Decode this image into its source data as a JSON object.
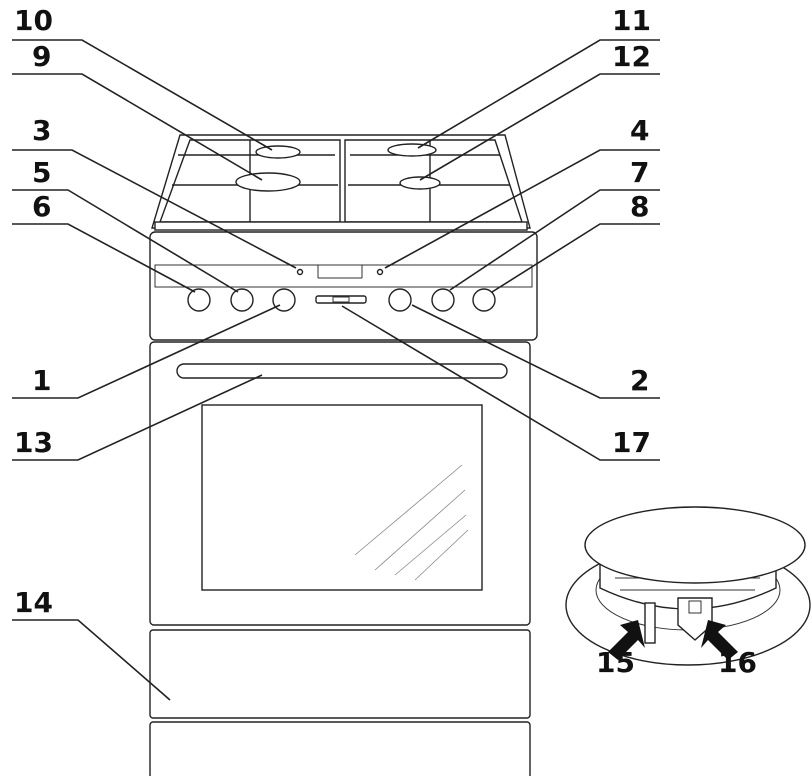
{
  "callouts": [
    {
      "id": "c1",
      "label": "1"
    },
    {
      "id": "c2",
      "label": "2"
    },
    {
      "id": "c3",
      "label": "3"
    },
    {
      "id": "c4",
      "label": "4"
    },
    {
      "id": "c5",
      "label": "5"
    },
    {
      "id": "c6",
      "label": "6"
    },
    {
      "id": "c7",
      "label": "7"
    },
    {
      "id": "c8",
      "label": "8"
    },
    {
      "id": "c9",
      "label": "9"
    },
    {
      "id": "c10",
      "label": "10"
    },
    {
      "id": "c11",
      "label": "11"
    },
    {
      "id": "c12",
      "label": "12"
    },
    {
      "id": "c13",
      "label": "13"
    },
    {
      "id": "c14",
      "label": "14"
    },
    {
      "id": "c15",
      "label": "15"
    },
    {
      "id": "c16",
      "label": "16"
    },
    {
      "id": "c17",
      "label": "17"
    }
  ],
  "colors": {
    "line": "#222222",
    "text": "#111111",
    "background": "#ffffff"
  }
}
